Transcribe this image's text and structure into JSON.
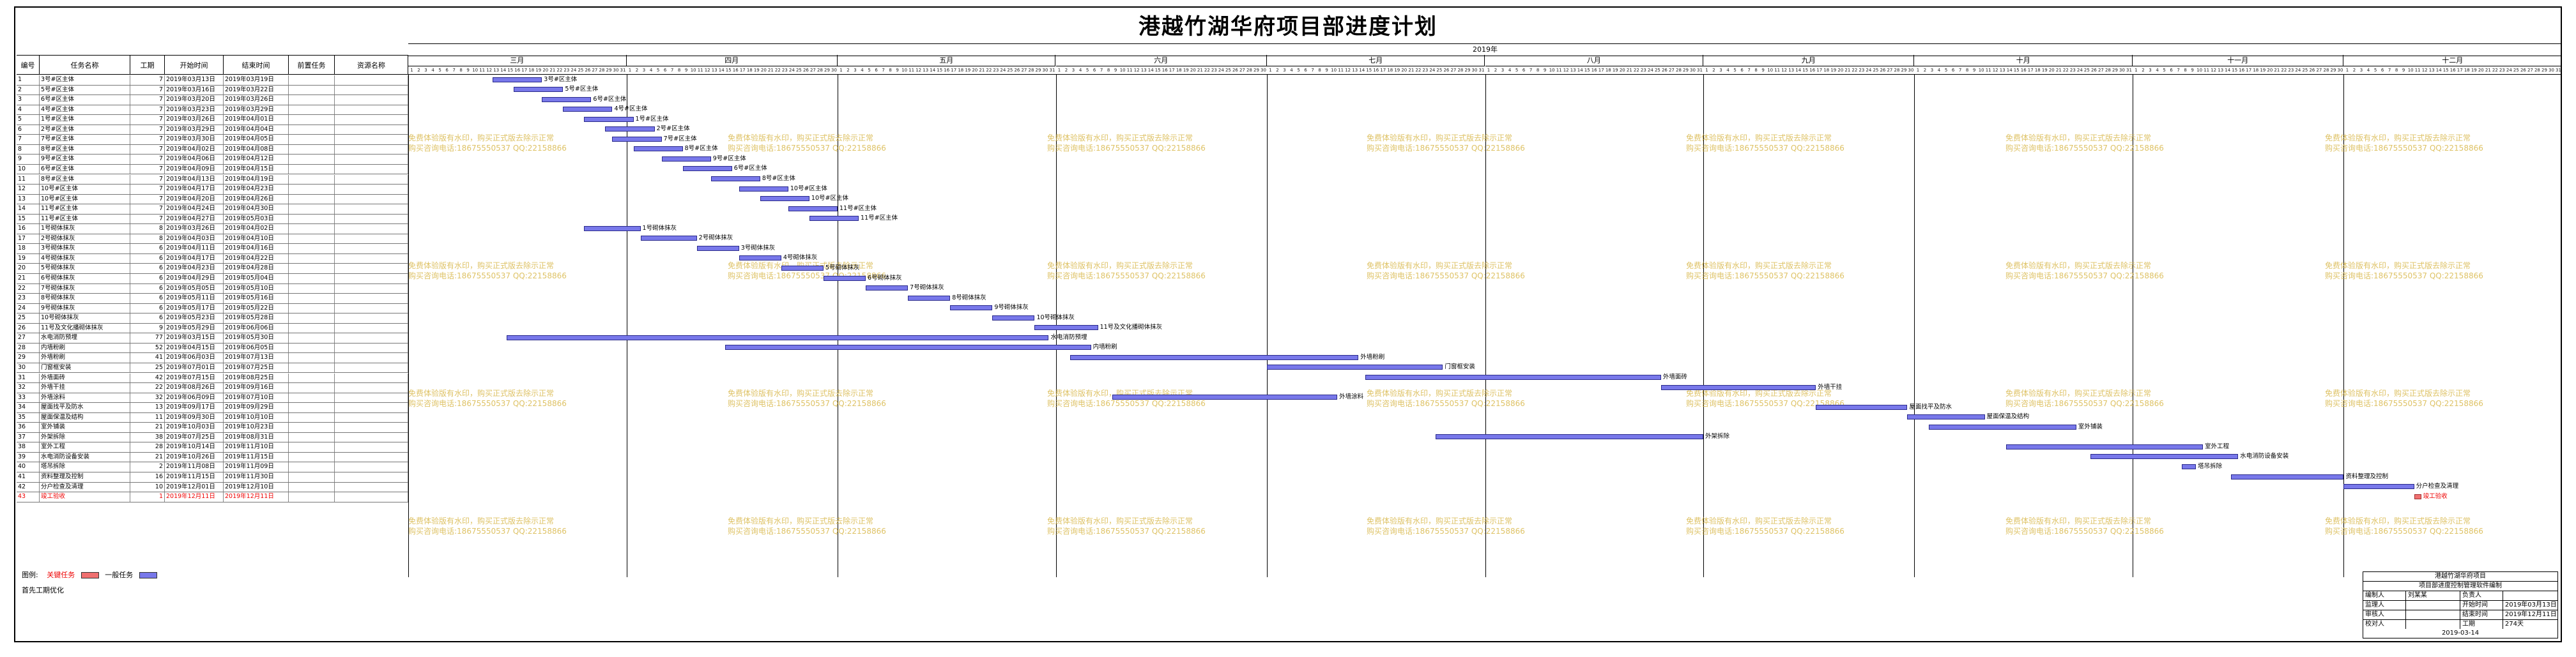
{
  "title": "港越竹湖华府项目部进度计划",
  "columns": [
    "编号",
    "任务名称",
    "工期",
    "开始时间",
    "结束时间",
    "前置任务",
    "资源名称"
  ],
  "gantt_header": {
    "year": "2019年",
    "months": [
      "三月",
      "四月",
      "五月",
      "六月",
      "七月",
      "八月",
      "九月",
      "十月",
      "十一月",
      "十二月"
    ],
    "day_numbers": "1 2 3 4 5 6 7 8 9 10 11 12 13 14 15 16 17 18 19 20 21 22 23 24 25 26 27 28 29 30 31"
  },
  "tasks": [
    {
      "id": "1",
      "name": "3号#区主体",
      "dur": "7",
      "start": "2019年03月13日",
      "end": "2019年03月19日",
      "label": "3号#区主体"
    },
    {
      "id": "2",
      "name": "5号#区主体",
      "dur": "7",
      "start": "2019年03月16日",
      "end": "2019年03月22日",
      "label": "5号#区主体"
    },
    {
      "id": "3",
      "name": "6号#区主体",
      "dur": "7",
      "start": "2019年03月20日",
      "end": "2019年03月26日",
      "label": "6号#区主体"
    },
    {
      "id": "4",
      "name": "4号#区主体",
      "dur": "7",
      "start": "2019年03月23日",
      "end": "2019年03月29日",
      "label": "4号#区主体"
    },
    {
      "id": "5",
      "name": "1号#区主体",
      "dur": "7",
      "start": "2019年03月26日",
      "end": "2019年04月01日",
      "label": "1号#区主体"
    },
    {
      "id": "6",
      "name": "2号#区主体",
      "dur": "7",
      "start": "2019年03月29日",
      "end": "2019年04月04日",
      "label": "2号#区主体"
    },
    {
      "id": "7",
      "name": "7号#区主体",
      "dur": "7",
      "start": "2019年03月30日",
      "end": "2019年04月05日",
      "label": "7号#区主体"
    },
    {
      "id": "8",
      "name": "8号#区主体",
      "dur": "7",
      "start": "2019年04月02日",
      "end": "2019年04月08日",
      "label": "8号#区主体"
    },
    {
      "id": "9",
      "name": "9号#区主体",
      "dur": "7",
      "start": "2019年04月06日",
      "end": "2019年04月12日",
      "label": "9号#区主体"
    },
    {
      "id": "10",
      "name": "6号#区主体",
      "dur": "7",
      "start": "2019年04月09日",
      "end": "2019年04月15日",
      "label": "6号#区主体"
    },
    {
      "id": "11",
      "name": "8号#区主体",
      "dur": "7",
      "start": "2019年04月13日",
      "end": "2019年04月19日",
      "label": "8号#区主体"
    },
    {
      "id": "12",
      "name": "10号#区主体",
      "dur": "7",
      "start": "2019年04月17日",
      "end": "2019年04月23日",
      "label": "10号#区主体"
    },
    {
      "id": "13",
      "name": "10号#区主体",
      "dur": "7",
      "start": "2019年04月20日",
      "end": "2019年04月26日",
      "label": "10号#区主体"
    },
    {
      "id": "14",
      "name": "11号#区主体",
      "dur": "7",
      "start": "2019年04月24日",
      "end": "2019年04月30日",
      "label": "11号#区主体"
    },
    {
      "id": "15",
      "name": "11号#区主体",
      "dur": "7",
      "start": "2019年04月27日",
      "end": "2019年05月03日",
      "label": "11号#区主体"
    },
    {
      "id": "16",
      "name": "1号砌体抹灰",
      "dur": "8",
      "start": "2019年03月26日",
      "end": "2019年04月02日",
      "label": "1号砌体抹灰"
    },
    {
      "id": "17",
      "name": "2号砌体抹灰",
      "dur": "8",
      "start": "2019年04月03日",
      "end": "2019年04月10日",
      "label": "2号砌体抹灰"
    },
    {
      "id": "18",
      "name": "3号砌体抹灰",
      "dur": "6",
      "start": "2019年04月11日",
      "end": "2019年04月16日",
      "label": "3号砌体抹灰"
    },
    {
      "id": "19",
      "name": "4号砌体抹灰",
      "dur": "6",
      "start": "2019年04月17日",
      "end": "2019年04月22日",
      "label": "4号砌体抹灰"
    },
    {
      "id": "20",
      "name": "5号砌体抹灰",
      "dur": "6",
      "start": "2019年04月23日",
      "end": "2019年04月28日",
      "label": "5号砌体抹灰"
    },
    {
      "id": "21",
      "name": "6号砌体抹灰",
      "dur": "6",
      "start": "2019年04月29日",
      "end": "2019年05月04日",
      "label": "6号砌体抹灰"
    },
    {
      "id": "22",
      "name": "7号砌体抹灰",
      "dur": "6",
      "start": "2019年05月05日",
      "end": "2019年05月10日",
      "label": "7号砌体抹灰"
    },
    {
      "id": "23",
      "name": "8号砌体抹灰",
      "dur": "6",
      "start": "2019年05月11日",
      "end": "2019年05月16日",
      "label": "8号砌体抹灰"
    },
    {
      "id": "24",
      "name": "9号砌体抹灰",
      "dur": "6",
      "start": "2019年05月17日",
      "end": "2019年05月22日",
      "label": "9号砌体抹灰"
    },
    {
      "id": "25",
      "name": "10号砌体抹灰",
      "dur": "6",
      "start": "2019年05月23日",
      "end": "2019年05月28日",
      "label": "10号砌体抹灰"
    },
    {
      "id": "26",
      "name": "11号及文化播砌体抹灰",
      "dur": "9",
      "start": "2019年05月29日",
      "end": "2019年06月06日",
      "label": "11号及文化播砌体抹灰"
    },
    {
      "id": "27",
      "name": "水电消防预埋",
      "dur": "77",
      "start": "2019年03月15日",
      "end": "2019年05月30日",
      "label": "水电消防预埋"
    },
    {
      "id": "28",
      "name": "内墙粉刷",
      "dur": "52",
      "start": "2019年04月15日",
      "end": "2019年06月05日",
      "label": "内墙粉刷"
    },
    {
      "id": "29",
      "name": "外墙粉刷",
      "dur": "41",
      "start": "2019年06月03日",
      "end": "2019年07月13日",
      "label": "外墙粉刷"
    },
    {
      "id": "30",
      "name": "门窗框安装",
      "dur": "25",
      "start": "2019年07月01日",
      "end": "2019年07月25日",
      "label": "门窗框安装"
    },
    {
      "id": "31",
      "name": "外墙面砖",
      "dur": "42",
      "start": "2019年07月15日",
      "end": "2019年08月25日",
      "label": "外墙面砖"
    },
    {
      "id": "32",
      "name": "外墙干挂",
      "dur": "22",
      "start": "2019年08月26日",
      "end": "2019年09月16日",
      "label": "外墙干挂"
    },
    {
      "id": "33",
      "name": "外墙涂料",
      "dur": "32",
      "start": "2019年06月09日",
      "end": "2019年07月10日",
      "label": "外墙涂料"
    },
    {
      "id": "34",
      "name": "屋面找平及防水",
      "dur": "13",
      "start": "2019年09月17日",
      "end": "2019年09月29日",
      "label": "屋面找平及防水"
    },
    {
      "id": "35",
      "name": "屋面保温及结构",
      "dur": "11",
      "start": "2019年09月30日",
      "end": "2019年10月10日",
      "label": "屋面保温及结构"
    },
    {
      "id": "36",
      "name": "室外铺装",
      "dur": "21",
      "start": "2019年10月03日",
      "end": "2019年10月23日",
      "label": "室外铺装"
    },
    {
      "id": "37",
      "name": "外架拆除",
      "dur": "38",
      "start": "2019年07月25日",
      "end": "2019年08月31日",
      "label": "外架拆除"
    },
    {
      "id": "38",
      "name": "室外工程",
      "dur": "28",
      "start": "2019年10月14日",
      "end": "2019年11月10日",
      "label": "室外工程"
    },
    {
      "id": "39",
      "name": "水电消防设备安装",
      "dur": "21",
      "start": "2019年10月26日",
      "end": "2019年11月15日",
      "label": "水电消防设备安装"
    },
    {
      "id": "40",
      "name": "塔吊拆除",
      "dur": "2",
      "start": "2019年11月08日",
      "end": "2019年11月09日",
      "label": "塔吊拆除"
    },
    {
      "id": "41",
      "name": "资料整理及控制",
      "dur": "16",
      "start": "2019年11月15日",
      "end": "2019年11月30日",
      "label": "资料整理及控制"
    },
    {
      "id": "42",
      "name": "分户检查及清理",
      "dur": "10",
      "start": "2019年12月01日",
      "end": "2019年12月10日",
      "label": "分户检查及清理"
    },
    {
      "id": "43",
      "name": "竣工验收",
      "dur": "1",
      "start": "2019年12月11日",
      "end": "2019年12月11日",
      "label": "竣工验收",
      "milestone": true
    }
  ],
  "watermark": {
    "line1": "免费体验版有水印，购买正式版去除示正常",
    "line2": "购买咨询电话:18675550537 QQ:22158866"
  },
  "legend": {
    "label": "图例:",
    "critical": "关键任务",
    "normal": "一般任务",
    "note": "首先工期优化",
    "critical_color": "#f07070",
    "normal_color": "#7878ea"
  },
  "info_box": {
    "project": "港越竹湖华府项目",
    "dept": "项目部进度控制管理软件编制",
    "rows": [
      [
        "编制人",
        "刘某某",
        "负责人",
        ""
      ],
      [
        "监理人",
        "",
        "开始时间",
        "2019年03月13日"
      ],
      [
        "审核人",
        "",
        "结束时间",
        "2019年12月11日"
      ],
      [
        "校对人",
        "",
        "工期",
        "274天"
      ]
    ],
    "date": "2019-03-14"
  }
}
